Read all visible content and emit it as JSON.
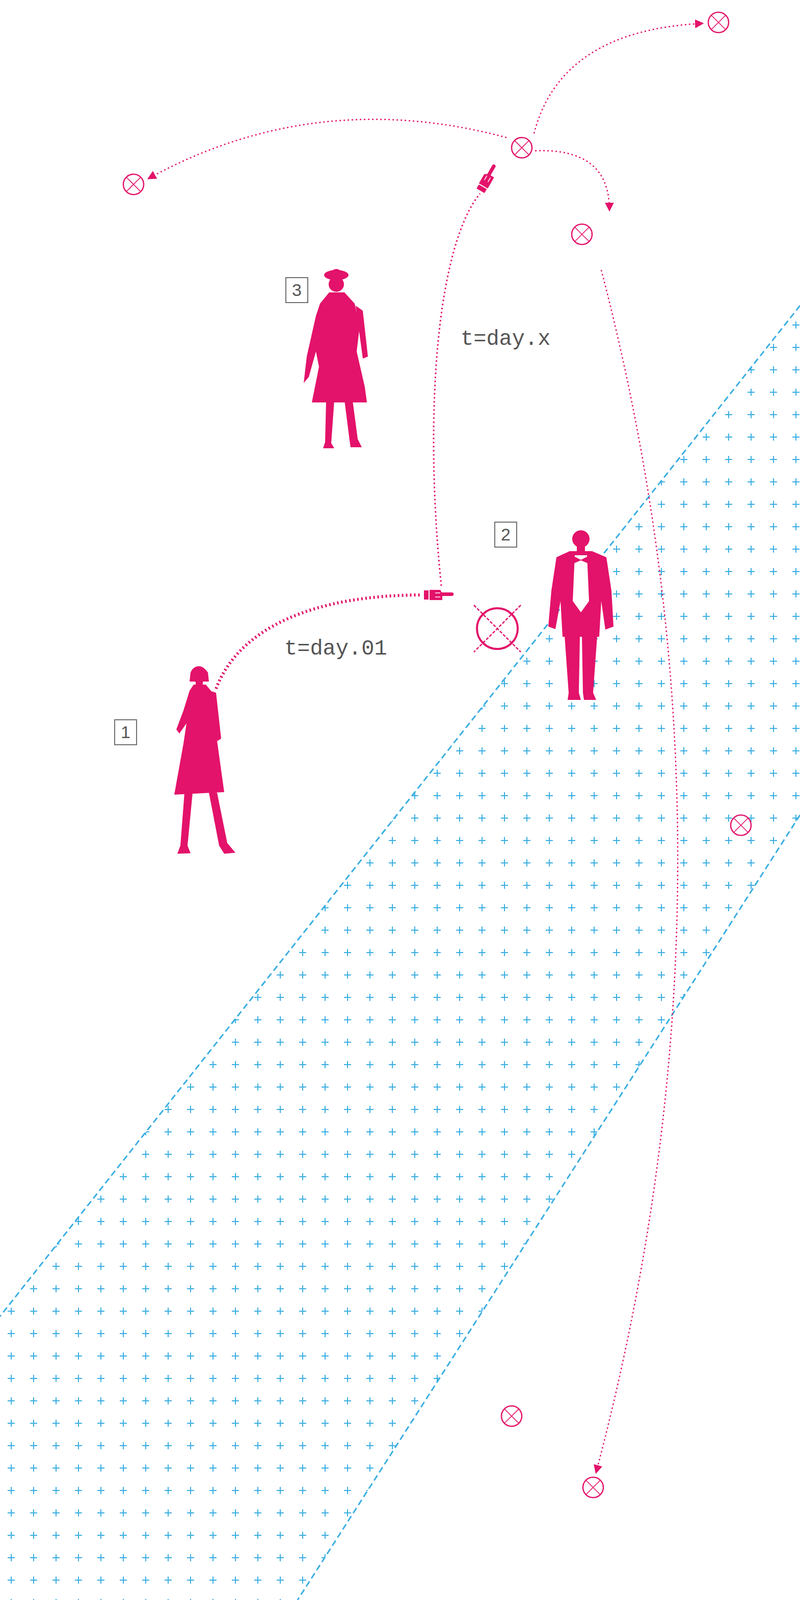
{
  "diagram": {
    "labels": [
      "3",
      "t=day.x",
      "2",
      "t=day.01",
      "1"
    ]
  }
}
